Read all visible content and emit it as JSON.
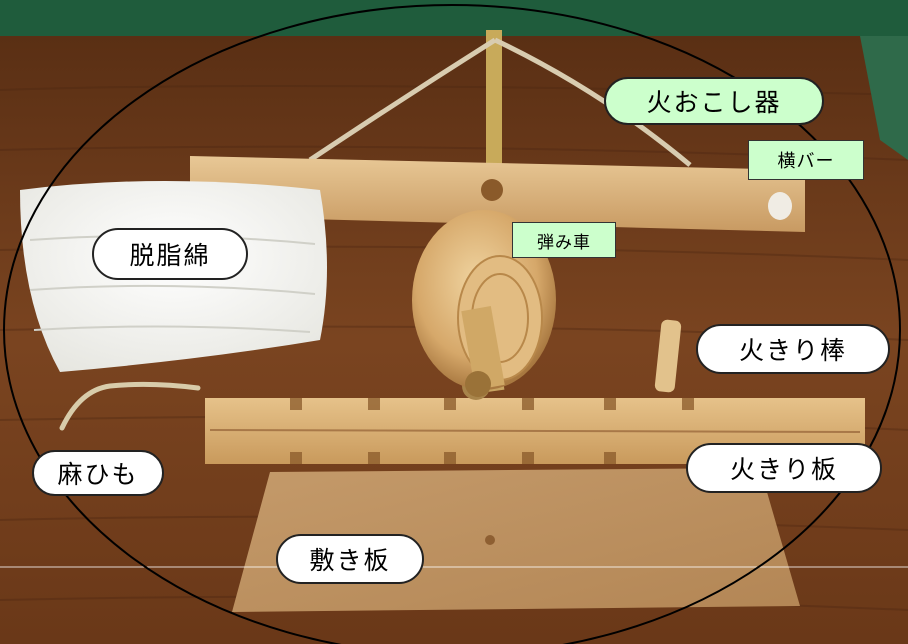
{
  "labels": {
    "fire_starter": "火おこし器",
    "cross_bar": "横バー",
    "flywheel": "弾み車",
    "absorbent_cotton": "脱脂綿",
    "fire_drill": "火きり棒",
    "hemp_string": "麻ひも",
    "fire_board": "火きり板",
    "base_board": "敷き板"
  },
  "colors": {
    "label_fill_white": "#ffffff",
    "label_fill_green": "#ccffcc",
    "outline": "#000000",
    "table_wood": "#6b3a1c",
    "pale_wood": "#dcbc8a",
    "background_green": "#1f5c3c"
  }
}
